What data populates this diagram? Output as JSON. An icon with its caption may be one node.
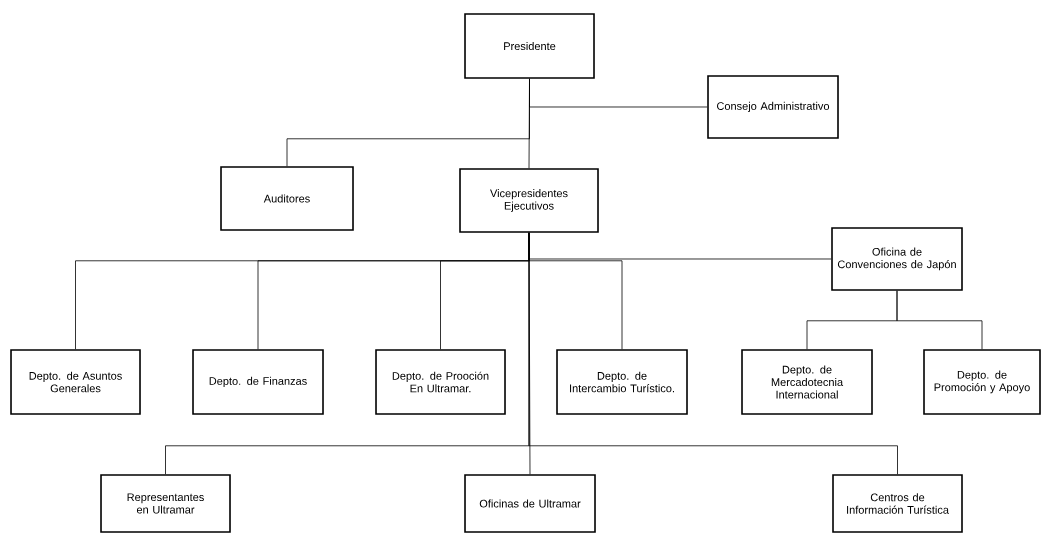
{
  "diagram": {
    "nodes": [
      {
        "text": [
          "Presidente"
        ]
      },
      {
        "text": [
          "Consejo Administrativo"
        ]
      },
      {
        "text": [
          "Auditores"
        ]
      },
      {
        "text": [
          "Vicepresidentes Ejecutivos"
        ]
      },
      {
        "text": [
          "Oficina de Convenciones de Japón"
        ]
      },
      {
        "text": [
          "Depto. de Asuntos Generales"
        ]
      },
      {
        "text": [
          "Depto. de Finanzas"
        ]
      },
      {
        "text": [
          "Depto. de Prooción En Ultramar."
        ]
      },
      {
        "text": [
          "Depto. de Intercambio Turístico."
        ]
      },
      {
        "text": [
          "Depto. de Mercadotecnia Internacional"
        ]
      },
      {
        "text": [
          "Depto. de Promoción y Apoyo"
        ]
      },
      {
        "text": [
          "Representantes en Ultramar"
        ]
      },
      {
        "text": [
          "Oficinas de Ultramar"
        ]
      },
      {
        "text": [
          "Centros de Información Turística"
        ]
      }
    ],
    "edges": [
      {
        "from": 0,
        "to": 1,
        "arrow": "none"
      },
      {
        "from": 0,
        "to": 2,
        "arrow": "none"
      },
      {
        "from": 0,
        "to": 3,
        "arrow": "none"
      },
      {
        "from": 3,
        "to": 4,
        "arrow": "none"
      },
      {
        "from": 3,
        "to": 5,
        "arrow": "none"
      },
      {
        "from": 3,
        "to": 6,
        "arrow": "none"
      },
      {
        "from": 3,
        "to": 7,
        "arrow": "none"
      },
      {
        "from": 3,
        "to": 8,
        "arrow": "none"
      },
      {
        "from": 4,
        "to": 9,
        "arrow": "none"
      },
      {
        "from": 4,
        "to": 10,
        "arrow": "none"
      },
      {
        "from": 3,
        "to": 11,
        "arrow": "none"
      },
      {
        "from": 3,
        "to": 12,
        "arrow": "none"
      },
      {
        "from": 3,
        "to": 13,
        "arrow": "none"
      }
    ]
  }
}
